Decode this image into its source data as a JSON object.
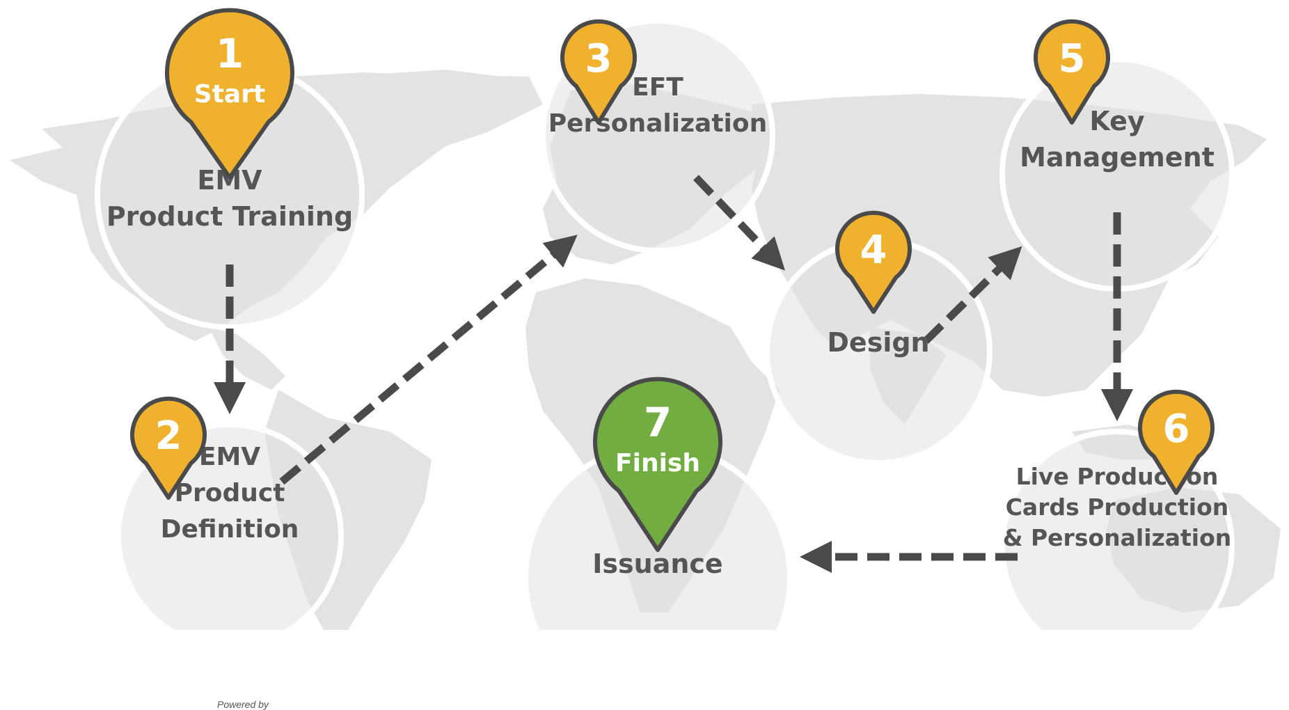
{
  "steps": [
    {
      "id": "emv-product-training",
      "number": "1",
      "badge": "Start",
      "title_lines": [
        "EMV",
        "Product Training"
      ],
      "pin_color": "#f0b12e"
    },
    {
      "id": "emv-product-definition",
      "number": "2",
      "badge": "",
      "title_lines": [
        "EMV",
        "Product",
        "Definition"
      ],
      "pin_color": "#f0b12e"
    },
    {
      "id": "eft-personalization",
      "number": "3",
      "badge": "",
      "title_lines": [
        "EFT",
        "Personalization"
      ],
      "pin_color": "#f0b12e"
    },
    {
      "id": "design",
      "number": "4",
      "badge": "",
      "title_lines": [
        "Design"
      ],
      "pin_color": "#f0b12e"
    },
    {
      "id": "key-management",
      "number": "5",
      "badge": "",
      "title_lines": [
        "Key",
        "Management"
      ],
      "pin_color": "#f0b12e"
    },
    {
      "id": "live-production",
      "number": "6",
      "badge": "",
      "title_lines": [
        "Live Production",
        "Cards Production",
        "& Personalization"
      ],
      "pin_color": "#f0b12e"
    },
    {
      "id": "issuance",
      "number": "7",
      "badge": "Finish",
      "title_lines": [
        "Issuance"
      ],
      "pin_color": "#72ad41"
    }
  ],
  "flow": [
    {
      "from": "1",
      "to": "2"
    },
    {
      "from": "2",
      "to": "3"
    },
    {
      "from": "3",
      "to": "4"
    },
    {
      "from": "4",
      "to": "5"
    },
    {
      "from": "5",
      "to": "6"
    },
    {
      "from": "6",
      "to": "7"
    }
  ],
  "footer": {
    "powered_by": "Powered by"
  },
  "colors": {
    "map": "#e3e3e3",
    "arrow": "#4a4a4a",
    "text": "#555558",
    "circle_edge": "#ffffff",
    "pin_outline": "#4a4a4a"
  }
}
